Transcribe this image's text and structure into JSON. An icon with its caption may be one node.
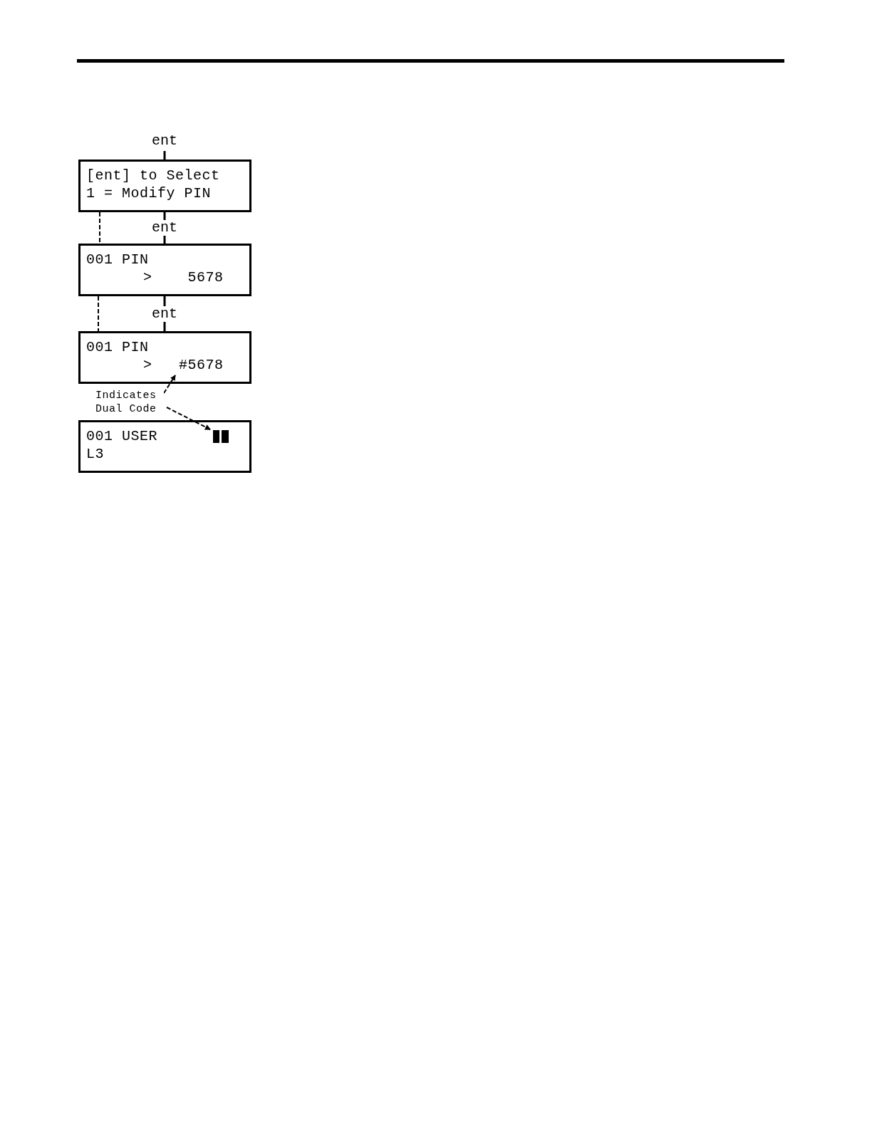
{
  "diagram": {
    "nodes": [
      {
        "text": [
          "ent"
        ]
      },
      {
        "text": [
          "[ent] to Select",
          "1 = Modify PIN"
        ]
      },
      {
        "text": [
          "001 PIN",
          ">    5678"
        ]
      },
      {
        "text": [
          "001 PIN",
          ">   #5678"
        ]
      },
      {
        "text": [
          "Indicates Dual Code"
        ]
      },
      {
        "text": [
          "001 USER",
          "L3"
        ]
      },
      {
        "text": [],
        "shape": "bar",
        "in": 5
      }
    ],
    "edges": [
      {
        "from": 0,
        "to": 1,
        "arrow": "none"
      },
      {
        "from": 1,
        "to": 2,
        "arrow": "none",
        "label": "ent"
      },
      {
        "from": 1,
        "to": 2,
        "arrow": "none",
        "style": "dashed"
      },
      {
        "from": 2,
        "to": 3,
        "arrow": "none",
        "label": "ent"
      },
      {
        "from": 2,
        "to": 3,
        "arrow": "none",
        "style": "dashed"
      },
      {
        "from": 4,
        "to": null,
        "arrow": "to",
        "style": "dashed"
      },
      {
        "from": 4,
        "to": 6,
        "arrow": "to",
        "style": "dashed"
      }
    ]
  }
}
